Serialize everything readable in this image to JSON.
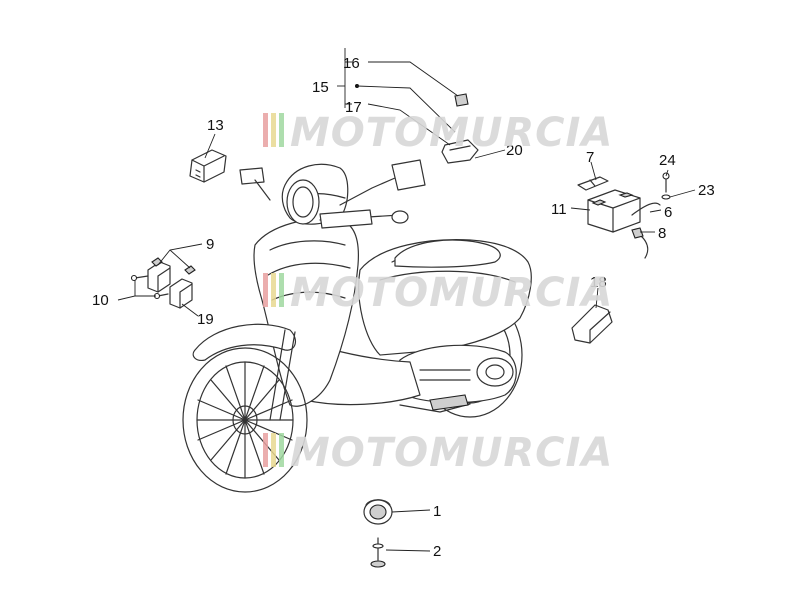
{
  "watermark": {
    "text": "MOTOMURCIA",
    "colors": [
      "#e8a0a0",
      "#e8d890",
      "#a0d8a0"
    ]
  },
  "callouts": [
    {
      "id": "1",
      "label": "1"
    },
    {
      "id": "2",
      "label": "2"
    },
    {
      "id": "6",
      "label": "6"
    },
    {
      "id": "7",
      "label": "7"
    },
    {
      "id": "8",
      "label": "8"
    },
    {
      "id": "9",
      "label": "9"
    },
    {
      "id": "10",
      "label": "10"
    },
    {
      "id": "11",
      "label": "11"
    },
    {
      "id": "13",
      "label": "13"
    },
    {
      "id": "15",
      "label": "15"
    },
    {
      "id": "16",
      "label": "16"
    },
    {
      "id": "17",
      "label": "17"
    },
    {
      "id": "18",
      "label": "18"
    },
    {
      "id": "19",
      "label": "19"
    },
    {
      "id": "20",
      "label": "20"
    },
    {
      "id": "23",
      "label": "23"
    },
    {
      "id": "24",
      "label": "24"
    }
  ]
}
